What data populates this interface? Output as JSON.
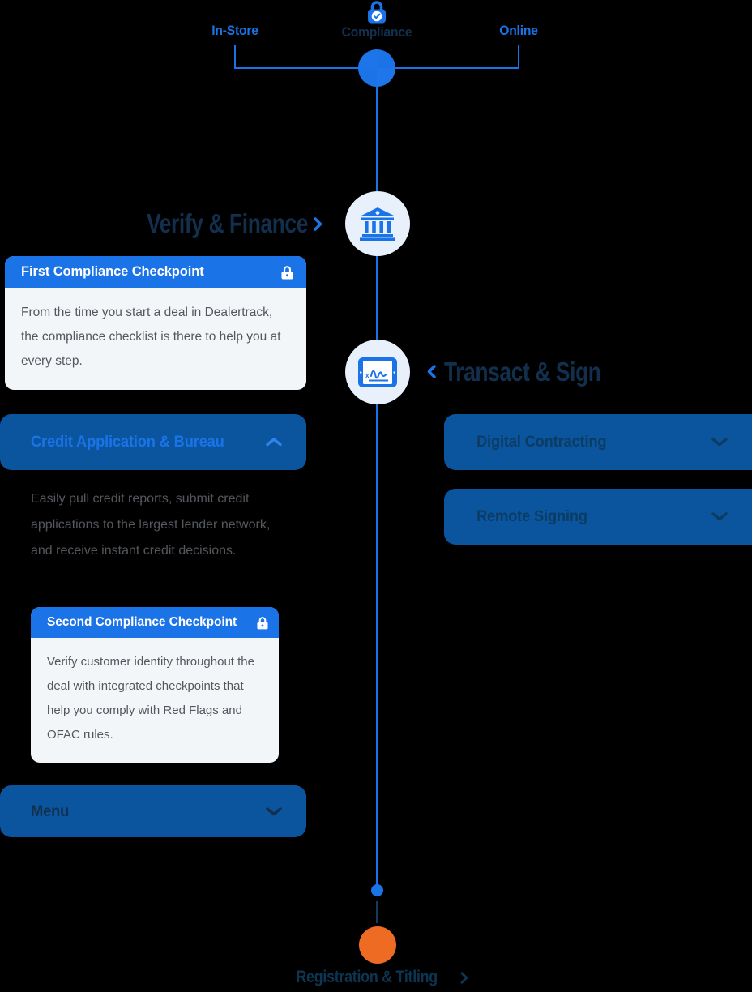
{
  "palette": {
    "blue": "#1b73e8",
    "btn_bg": "#0a559e",
    "navy": "#12304e",
    "btn_label_navy": "#0d3c63",
    "orange": "#ee6b23",
    "card_bg": "#f3f6f9",
    "gray": "#54585d",
    "node_bg": "#e8f0fc",
    "seg_navy": "#143a5f"
  },
  "top_nav": {
    "left_label": "In-Store",
    "center_label": "Compliance",
    "right_label": "Online",
    "lock_icon": "lock-check-icon"
  },
  "stage_verify": {
    "title": "Verify & Finance",
    "icon": "bank-icon"
  },
  "card_first": {
    "title": "First Compliance Checkpoint",
    "icon": "lock-icon",
    "body": "From the time you start a deal in Dealertrack, the compliance checklist is there to help you at every step."
  },
  "accordion_credit": {
    "label": "Credit Application & Bureau",
    "state": "expanded",
    "body": "Easily pull credit reports, submit credit applications to the largest lender network, and receive instant credit decisions."
  },
  "card_second": {
    "title": "Second Compliance Checkpoint",
    "icon": "lock-icon",
    "body": "Verify customer identity throughout the deal with integrated checkpoints that help you comply with Red Flags and OFAC rules."
  },
  "accordion_menu": {
    "label": "Menu",
    "state": "collapsed"
  },
  "stage_transact": {
    "title": "Transact & Sign",
    "icon": "tablet-signature-icon"
  },
  "accordion_digital": {
    "label": "Digital Contracting",
    "state": "collapsed"
  },
  "accordion_remote": {
    "label": "Remote Signing",
    "state": "collapsed"
  },
  "stage_registration": {
    "title": "Registration & Titling"
  }
}
